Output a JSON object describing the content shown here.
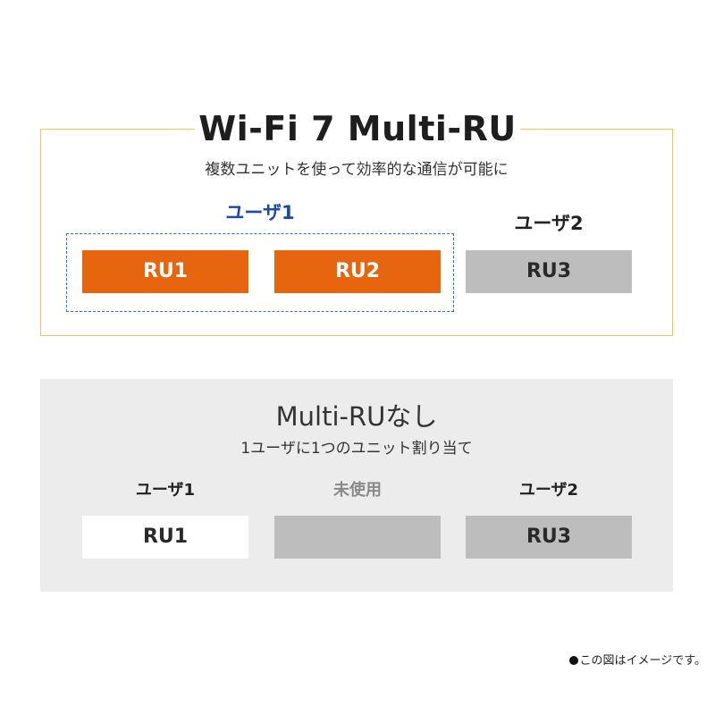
{
  "multi_ru": {
    "title": "Wi-Fi 7 Multi-RU",
    "subtitle": "複数ユニットを使って効率的な通信が可能に",
    "user1_label": "ユーザ1",
    "user2_label": "ユーザ2",
    "units": [
      "RU1",
      "RU2",
      "RU3"
    ],
    "colors": {
      "frame": "#f2c45a",
      "user1_units": "#e8650f",
      "user2_units": "#bdbdbd",
      "user1_label": "#1b49a8",
      "dashed_group": "#2f6fd0"
    }
  },
  "no_multi_ru": {
    "title": "Multi-RUなし",
    "subtitle": "1ユーザに1つのユニット割り当て",
    "columns": [
      {
        "label": "ユーザ1",
        "unit": "RU1"
      },
      {
        "label": "未使用",
        "unit": ""
      },
      {
        "label": "ユーザ2",
        "unit": "RU3"
      }
    ],
    "colors": {
      "panel": "#ececec",
      "unused": "#bdbdbd"
    }
  },
  "footnote": "この図はイメージです。"
}
